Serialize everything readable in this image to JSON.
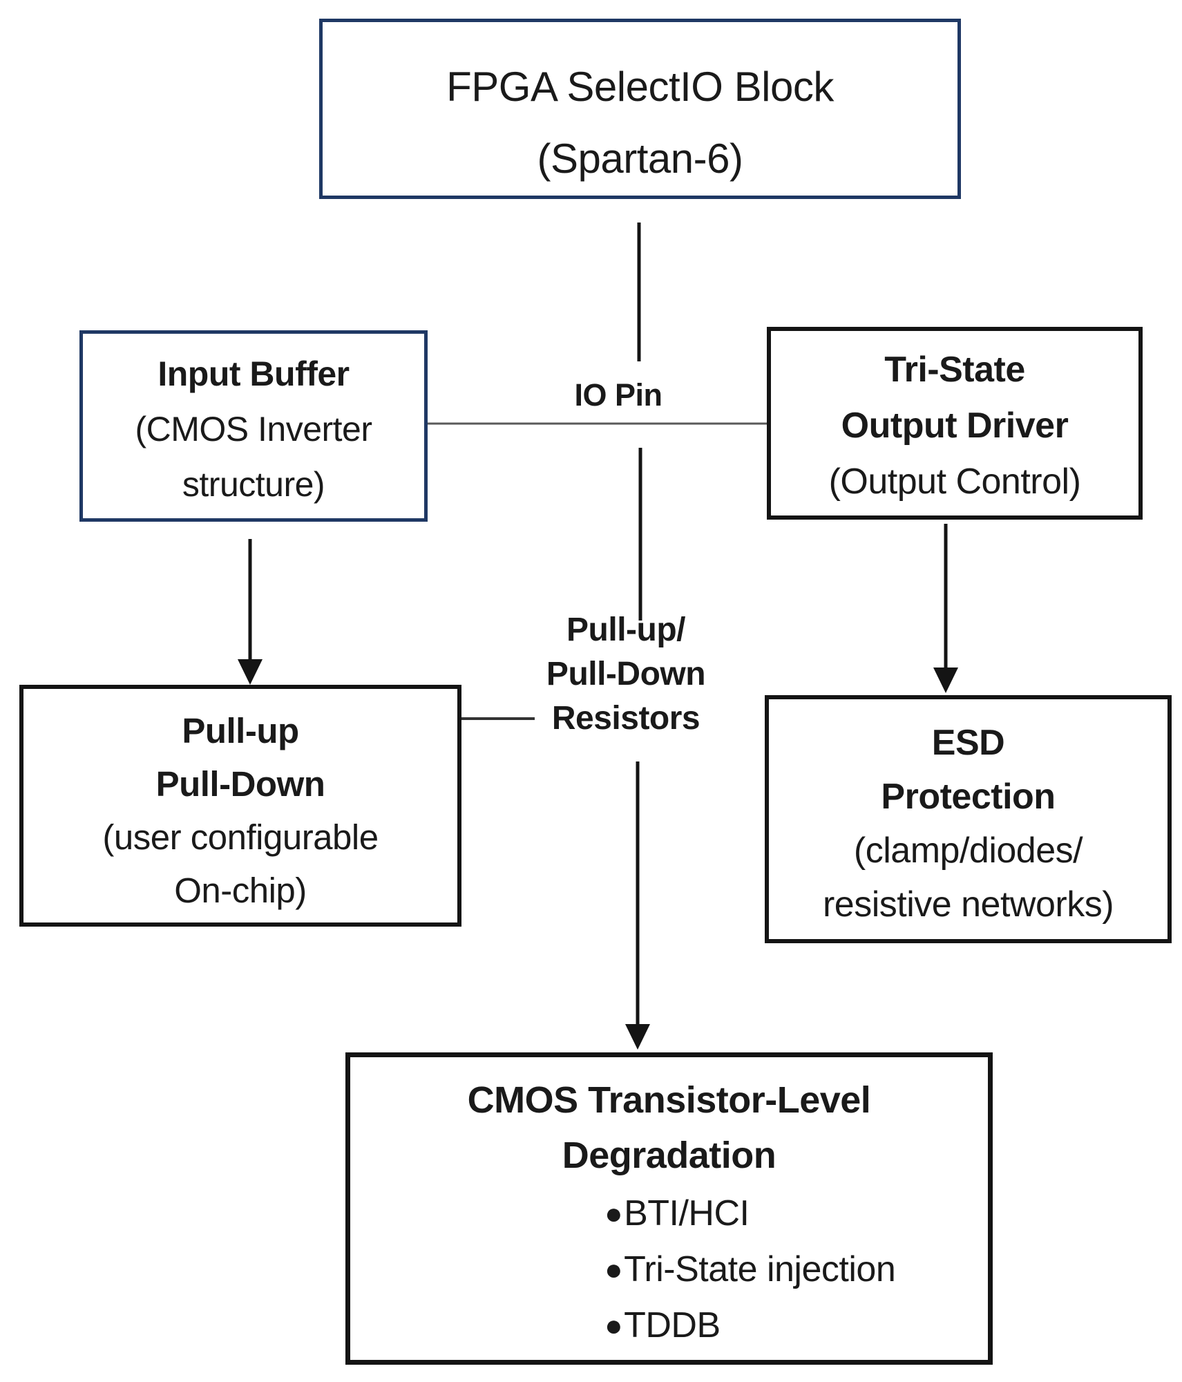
{
  "diagram": {
    "boxes": {
      "fpga": {
        "line1": "FPGA SelectIO Block",
        "line2": "(Spartan-6)"
      },
      "input_buffer": {
        "title": "Input Buffer",
        "sub1": "(CMOS Inverter",
        "sub2": "structure)"
      },
      "tristate": {
        "title1": "Tri-State",
        "title2": "Output Driver",
        "sub": "(Output Control)"
      },
      "pullup": {
        "title1": "Pull-up",
        "title2": "Pull-Down",
        "sub1": "(user configurable",
        "sub2": "On-chip)"
      },
      "esd": {
        "title1": "ESD",
        "title2": "Protection",
        "sub1": "(clamp/diodes/",
        "sub2": "resistive networks)"
      },
      "cmos": {
        "title1": "CMOS Transistor-Level",
        "title2": "Degradation",
        "bullet_glyph": "●",
        "bullets": [
          "BTI/HCI",
          "Tri-State injection",
          "TDDB"
        ]
      }
    },
    "labels": {
      "io_pin": "IO Pin",
      "resistors_line1": "Pull-up/",
      "resistors_line2": "Pull-Down",
      "resistors_line3": "Resistors"
    },
    "colors": {
      "navy_border": "#1f3864",
      "black_border": "#141414",
      "gray_connector": "#595959",
      "text": "#1a1a1a",
      "background": "#ffffff"
    }
  }
}
